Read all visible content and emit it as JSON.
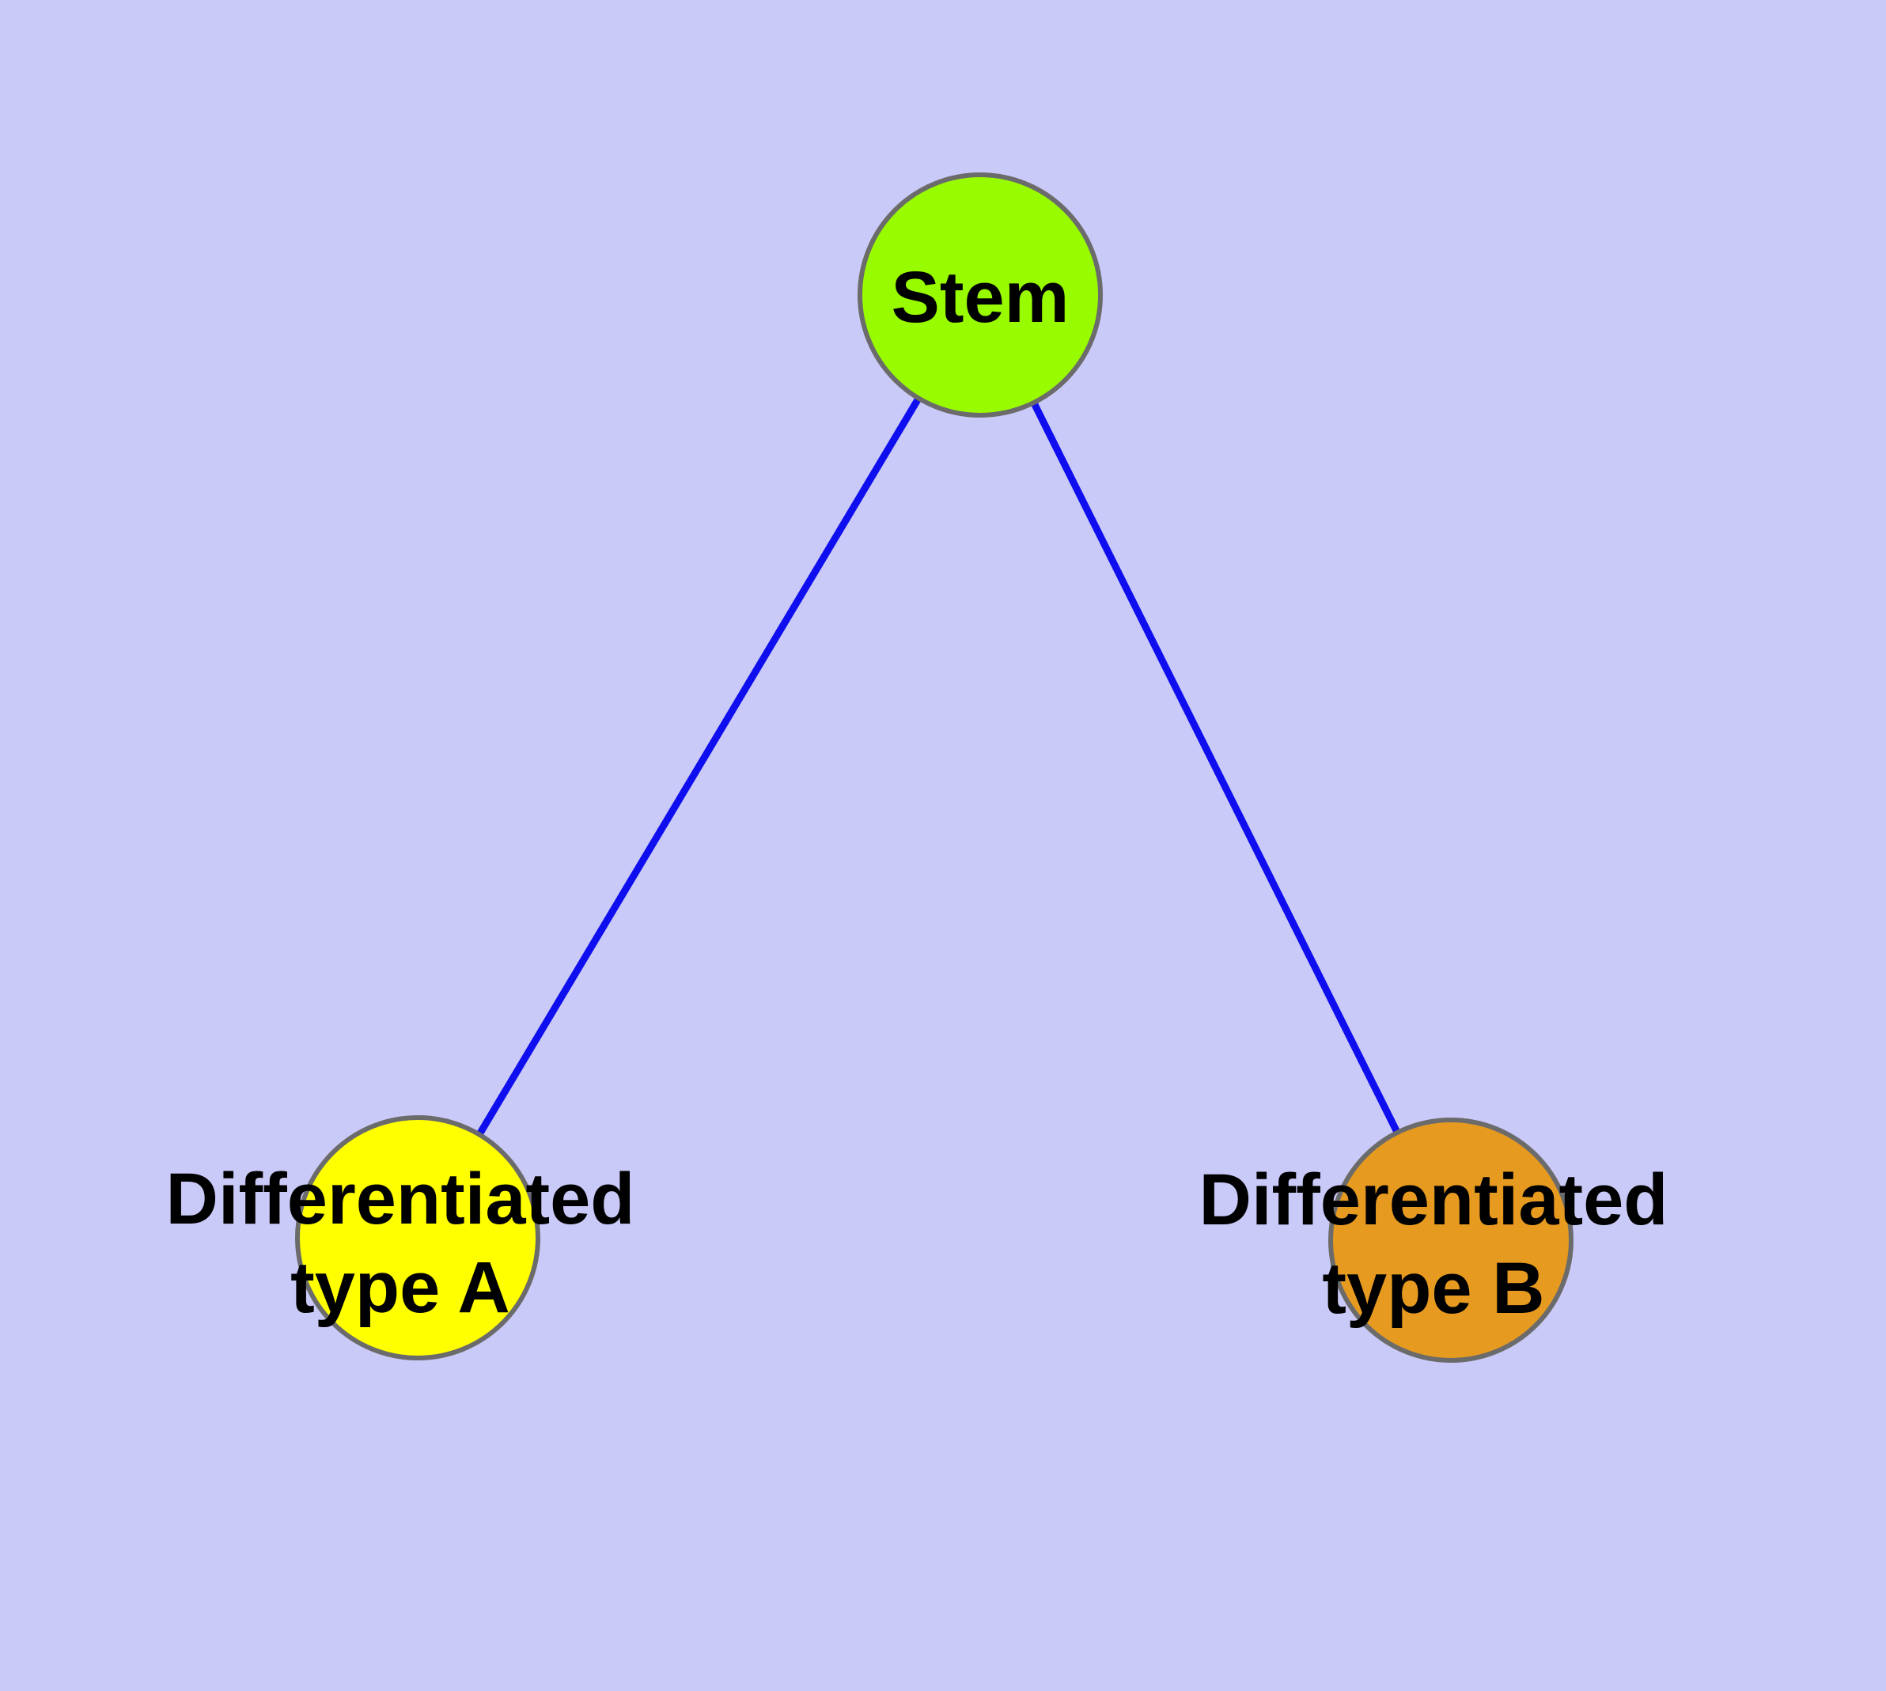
{
  "diagram": {
    "background_color": "#CACAF8",
    "edge_color": "#0E0EEE",
    "node_border_color": "#6B6B6B",
    "label_color": "#000000",
    "nodes": [
      {
        "id": "stem",
        "label": "Stem",
        "color": "#98FB00"
      },
      {
        "id": "differentiated-type-a",
        "label_line1": "Differentiated",
        "label_line2": "type A",
        "color": "#FFFF00"
      },
      {
        "id": "differentiated-type-b",
        "label_line1": "Differentiated",
        "label_line2": "type B",
        "color": "#E69A20"
      }
    ],
    "edges": [
      {
        "from": "Stem",
        "to": "Differentiated type A"
      },
      {
        "from": "Stem",
        "to": "Differentiated type B"
      }
    ]
  }
}
